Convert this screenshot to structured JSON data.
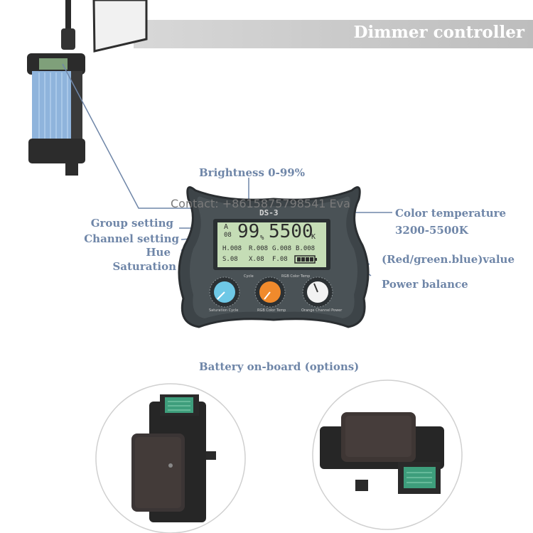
{
  "banner": {
    "title": "Dimmer controller"
  },
  "labels": {
    "brightness": "Brightness 0-99%",
    "group_setting": "Group setting",
    "channel_setting": "Channel setting",
    "hue": "Hue",
    "saturation": "Saturation",
    "color_temperature": "Color temperature",
    "color_temperature_range": "3200-5500K",
    "rgb_value": "(Red/green.blue)value",
    "power_balance": "Power balance",
    "battery": "Battery on-board (options)"
  },
  "watermark": {
    "contact": "Contact: +8615875798541 Eva"
  },
  "device": {
    "model": "DS-3",
    "lcd": {
      "group": "A",
      "group_num": "08",
      "brightness": "99",
      "brightness_unit": "%",
      "color_temp": "5500",
      "color_temp_unit": "K",
      "hue": "H.008",
      "red": "R.008",
      "green": "G.008",
      "blue": "B.008",
      "saturation": "S.08",
      "x": "X.08",
      "f": "F.08"
    },
    "knobs": {
      "left_caption": "Cycle",
      "left_label": "Saturation  Cycle",
      "middle_caption": "RGB Color Temp",
      "middle_label": "RGB  Color Temp",
      "right_label": "Orange  Channel  Power"
    }
  },
  "colors": {
    "accent_label": "#6f86a8",
    "battery_blue": "#8fb4dc",
    "knob_cyan": "#6ec8e6",
    "knob_orange": "#f08a2c",
    "knob_white": "#f2f2f2",
    "lcd_green": "#c5ddb6"
  }
}
